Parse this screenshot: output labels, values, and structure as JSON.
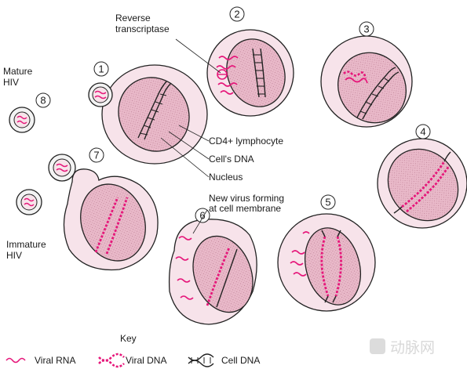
{
  "labels": {
    "reverse_transcriptase_1": "Reverse",
    "reverse_transcriptase_2": "transcriptase",
    "mature_hiv_1": "Mature",
    "mature_hiv_2": "HIV",
    "immature_hiv_1": "Immature",
    "immature_hiv_2": "HIV",
    "cd4": "CD4+ lymphocyte",
    "cells_dna": "Cell's DNA",
    "nucleus": "Nucleus",
    "new_virus_1": "New virus forming",
    "new_virus_2": "at cell membrane"
  },
  "steps": [
    "1",
    "2",
    "3",
    "4",
    "5",
    "6",
    "7",
    "8"
  ],
  "key": {
    "title": "Key",
    "viral_rna": "Viral RNA",
    "viral_dna": "Viral DNA",
    "cell_dna": "Cell DNA"
  },
  "watermark": "动脉网",
  "colors": {
    "cell_fill": "#f7e3ea",
    "nucleus_fill": "#e9b9c9",
    "viral": "#e6177a",
    "outline": "#222222"
  }
}
